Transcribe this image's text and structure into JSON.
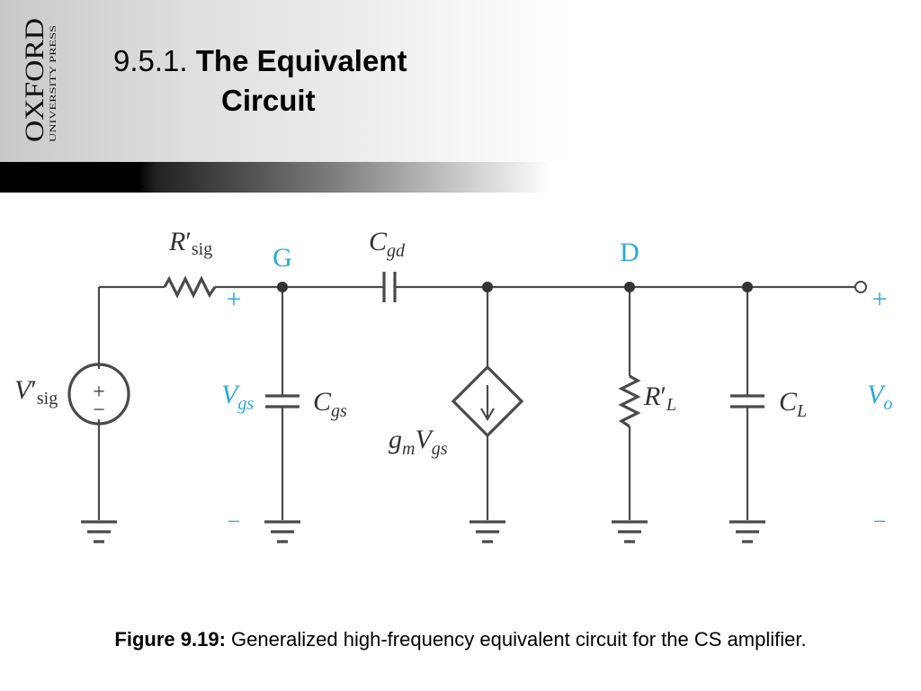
{
  "publisher": {
    "name": "OXFORD",
    "subline": "UNIVERSITY PRESS"
  },
  "slide": {
    "section_number": "9.5.1.",
    "title_line1": "The Equivalent",
    "title_line2": "Circuit"
  },
  "circuit": {
    "nodes": {
      "gate": "G",
      "drain": "D"
    },
    "source": {
      "symbol": "V",
      "prime": "′",
      "sub": "sig",
      "plus": "+",
      "minus": "−"
    },
    "resistor_sig": {
      "symbol": "R",
      "prime": "′",
      "sub": "sig"
    },
    "cgd": {
      "symbol": "C",
      "sub": "gd"
    },
    "vgs": {
      "symbol": "V",
      "sub": "gs",
      "plus": "+",
      "minus": "−"
    },
    "cgs": {
      "symbol": "C",
      "sub": "gs"
    },
    "dependent_source": {
      "g": "g",
      "g_sub": "m",
      "v": "V",
      "v_sub": "gs"
    },
    "load_resistor": {
      "symbol": "R",
      "prime": "′",
      "sub": "L"
    },
    "load_cap": {
      "symbol": "C",
      "sub": "L"
    },
    "vo": {
      "symbol": "V",
      "sub": "o",
      "plus": "+",
      "minus": "−"
    }
  },
  "caption": {
    "label": "Figure 9.19:",
    "text": " Generalized high-frequency equivalent circuit for the CS amplifier."
  }
}
